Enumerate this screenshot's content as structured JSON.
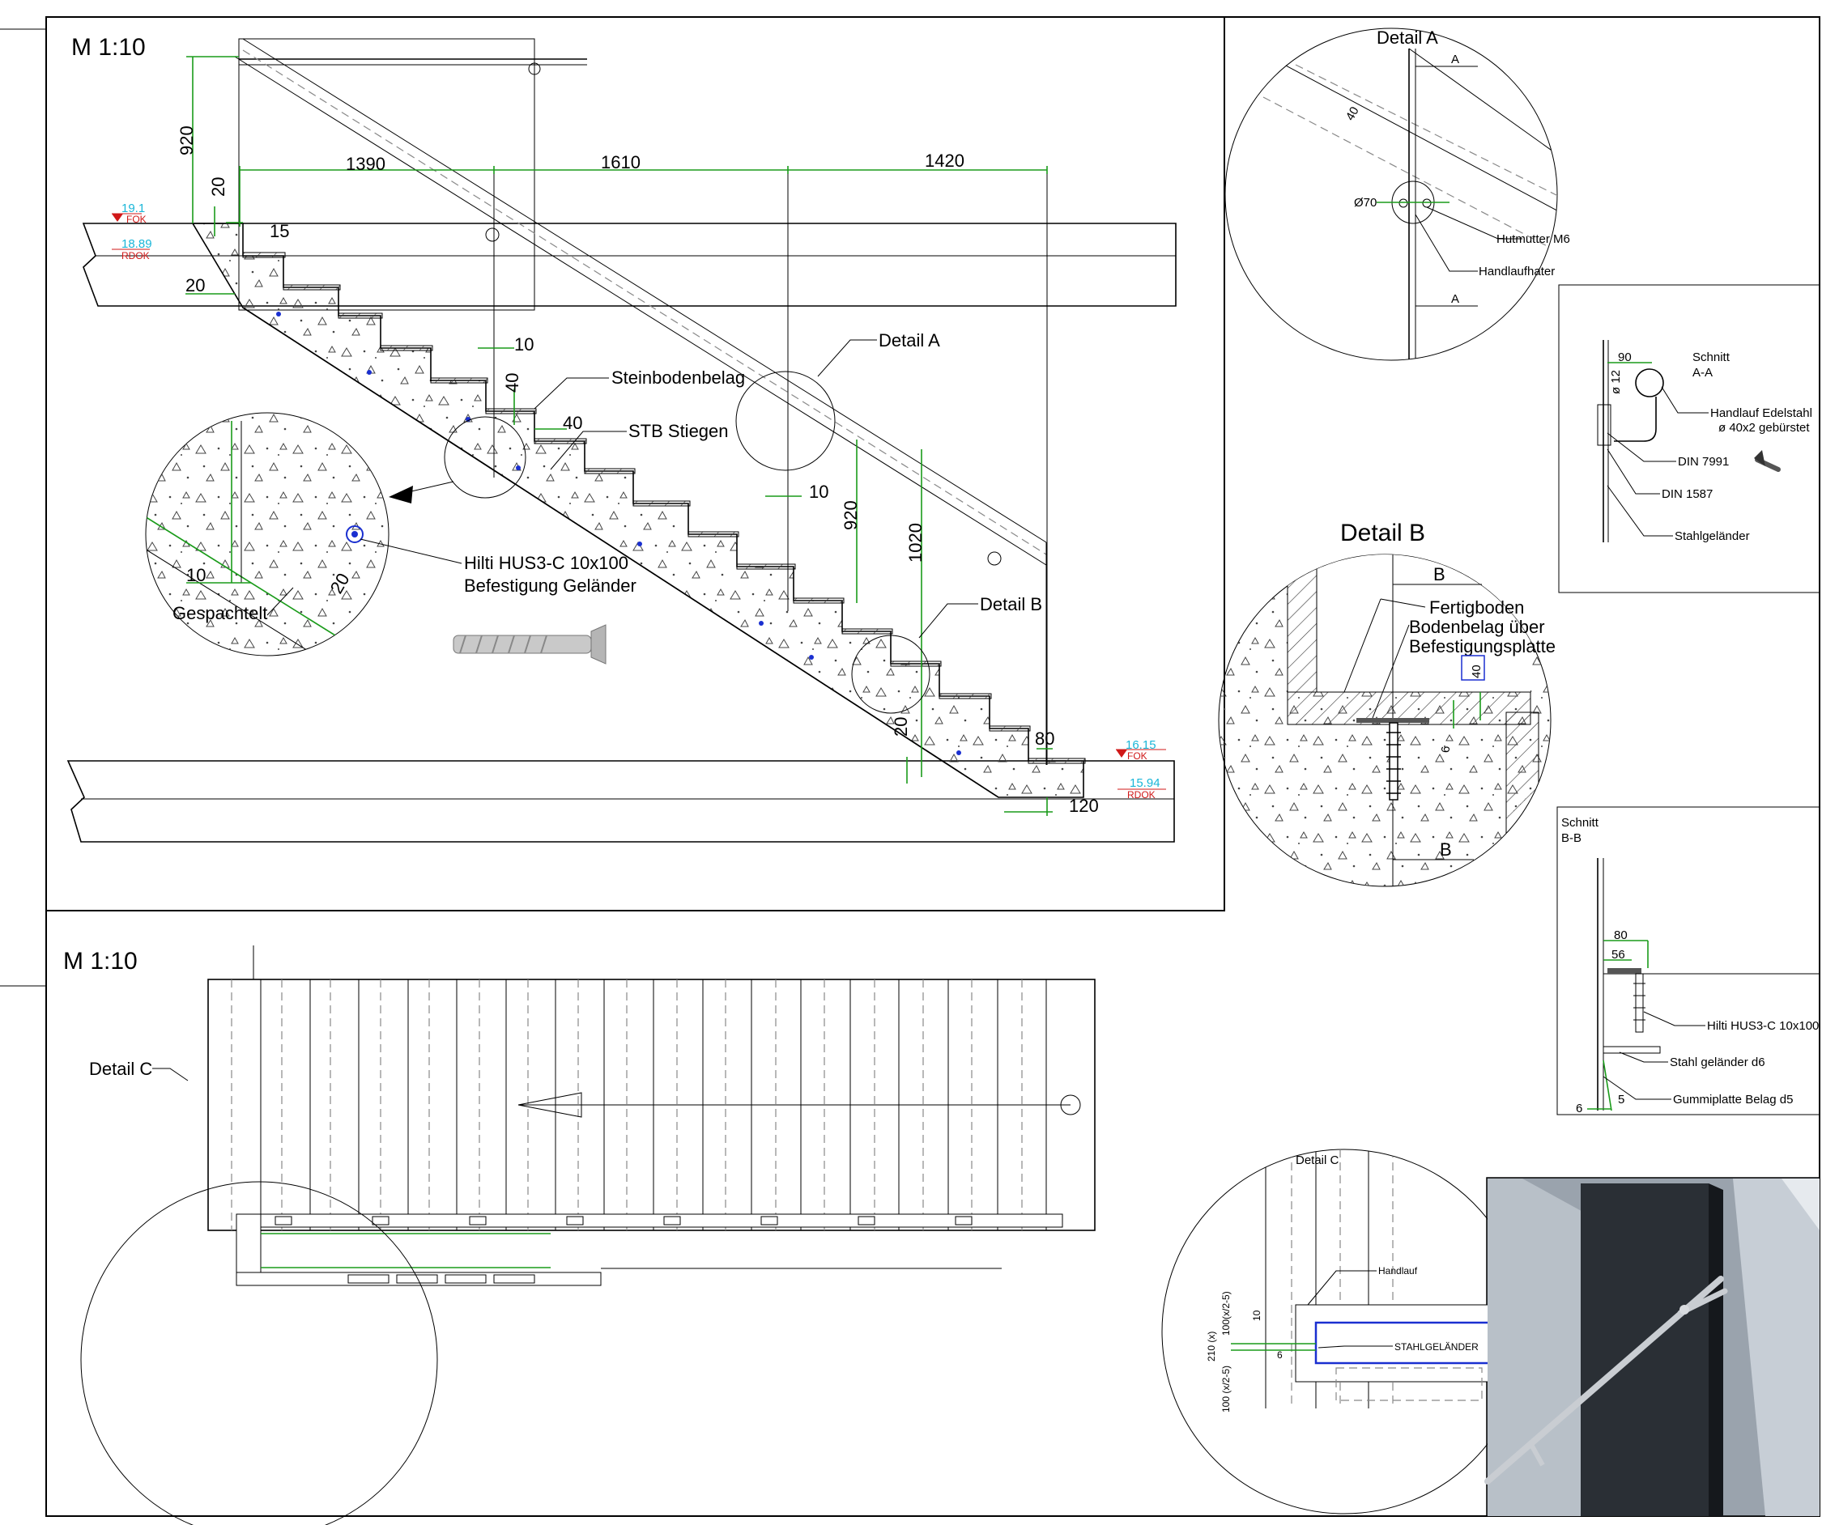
{
  "scale_labels": {
    "elevation": "M 1:10",
    "plan": "M 1:10"
  },
  "levels": {
    "top_fok_value": "19.1",
    "top_fok_tag": "FOK",
    "top_rdok_value": "18.89",
    "top_rdok_tag": "RDOK",
    "bottom_fok_value": "16.15",
    "bottom_fok_tag": "FOK",
    "bottom_rdok_value": "15.94",
    "bottom_rdok_tag": "RDOK"
  },
  "dimensions": {
    "d920_top": "920",
    "d20_top": "20",
    "d15": "15",
    "d20_left": "20",
    "d1390": "1390",
    "d1610": "1610",
    "d1420": "1420",
    "d10_a": "10",
    "d40_a": "40",
    "d40_b": "40",
    "d10_b": "10",
    "d920_mid": "920",
    "d1020": "1020",
    "d20_bottom": "20",
    "d80": "80",
    "d120": "120",
    "d10_circle": "10",
    "d20_circle": "20"
  },
  "callouts": {
    "detail_a": "Detail A",
    "detail_b": "Detail B",
    "detail_c": "Detail C",
    "steinbodenbelag": "Steinbodenbelag",
    "stb_stiegen": "STB Stiegen",
    "hilti_line1": "Hilti HUS3-C 10x100",
    "hilti_line2": "Befestigung Geländer",
    "gespachtelt": "Gespachtelt"
  },
  "detail_a": {
    "title": "Detail A",
    "section_mark": "A",
    "dim_40": "40",
    "dim_d70": "Ø70",
    "hutmutter": "Hutmutter M6",
    "handlaufhalter": "Handlaufhater"
  },
  "section_aa": {
    "title_line1": "Schnitt",
    "title_line2": "A-A",
    "dim_90": "90",
    "dim_12": "ø 12",
    "handlauf_line1": "Handlauf Edelstahl",
    "handlauf_line2": "ø 40x2 gebürstet",
    "din7991": "DIN 7991",
    "din1587": "DIN 1587",
    "stahlgelaender": "Stahlgeländer"
  },
  "detail_b": {
    "title": "Detail B",
    "section_mark": "B",
    "label_line1": "Fertigboden",
    "label_line2": "Bodenbelag über",
    "label_line3": "Befestigungsplatte",
    "dim_40": "40",
    "dim_6": "6"
  },
  "section_bb": {
    "title_line1": "Schnitt",
    "title_line2": "B-B",
    "dim_80": "80",
    "dim_56": "56",
    "hilti": "Hilti HUS3-C 10x100",
    "stahl": "Stahl geländer d6",
    "dim_6": "6",
    "dim_5": "5",
    "gummi": "Gummiplatte Belag  d5"
  },
  "detail_c": {
    "title": "Detail C",
    "handlauf": "Handlauf",
    "stahlgelaender": "STAHLGELÄNDER",
    "dim_100a": "100(x/2-5)",
    "dim_210": "210 (x)",
    "dim_100b": "100 (x/2-5)",
    "dim_10": "10",
    "dim_6": "6"
  }
}
